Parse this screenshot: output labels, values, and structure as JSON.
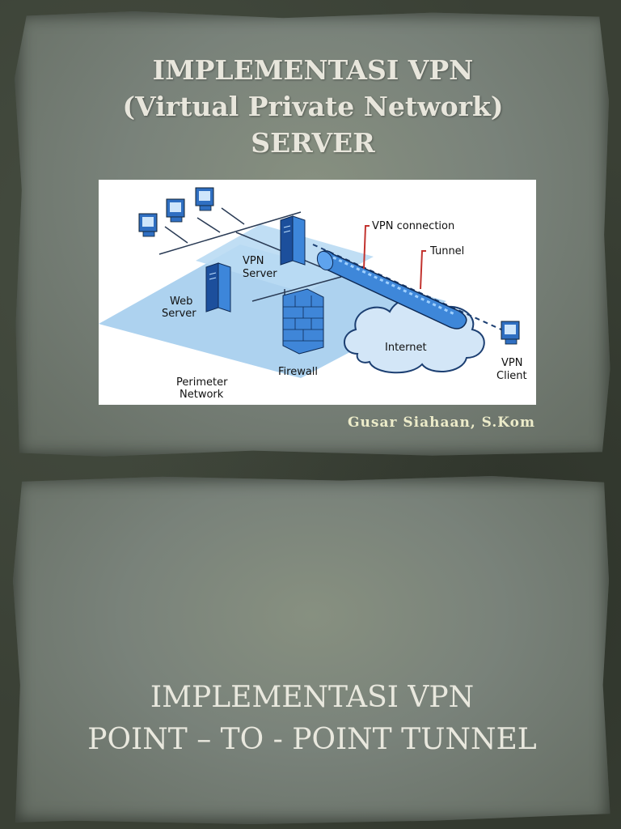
{
  "slide1": {
    "title_lines": [
      "IMPLEMENTASI VPN",
      "(Virtual Private Network)",
      "SERVER"
    ],
    "author": "Gusar Siahaan, S.Kom",
    "diagram": {
      "labels": {
        "vpn_connection": "VPN connection",
        "tunnel": "Tunnel",
        "vpn_server_1": "VPN",
        "vpn_server_2": "Server",
        "web_server_1": "Web",
        "web_server_2": "Server",
        "internet": "Internet",
        "firewall": "Firewall",
        "vpn_client_1": "VPN",
        "vpn_client_2": "Client",
        "perimeter_1": "Perimeter",
        "perimeter_2": "Network"
      },
      "colors": {
        "network_area": "#9ec8ea",
        "tunnel": "#3d84d6",
        "cloud": "#cfe2f5"
      }
    }
  },
  "slide2": {
    "title_lines": [
      "IMPLEMENTASI VPN",
      "POINT – TO -  POINT TUNNEL"
    ]
  }
}
